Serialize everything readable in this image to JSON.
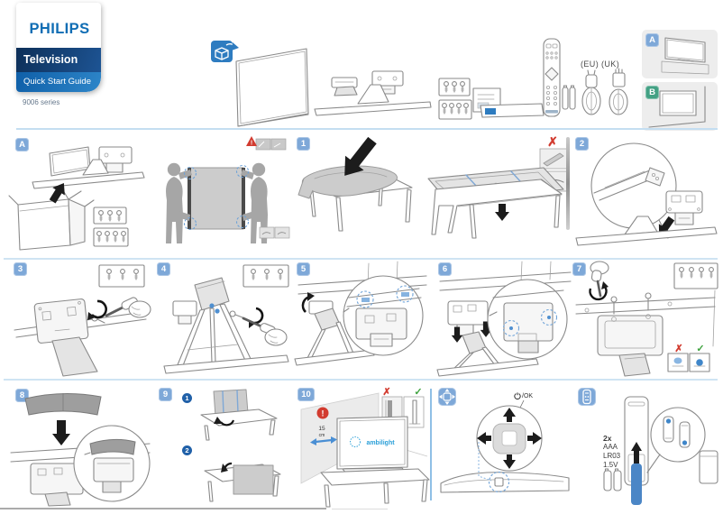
{
  "header": {
    "logo": "PHILIPS",
    "product": "Television",
    "guide_title": "Quick Start Guide",
    "series": "9006 series",
    "cables_label": "(EU) (UK)",
    "mount_options": {
      "table": "A",
      "wall": "B"
    }
  },
  "steps": {
    "unpack": "A",
    "s1": "1",
    "s2": "2",
    "s3": "3",
    "s4": "4",
    "s5": "5",
    "s6": "6",
    "s7": "7",
    "s8": "8",
    "s9": "9",
    "s10": "10",
    "sub1": "1",
    "sub2": "2"
  },
  "annotations": {
    "warning_mark": "!",
    "wrong_mark": "✗",
    "ok_mark": "✓",
    "wall_distance_value": "15",
    "wall_distance_unit": "cm",
    "ambilight_logo": "ambilight",
    "power_ok_label": "/OK",
    "battery_qty": "2x",
    "battery_type": "AAA",
    "battery_model": "LR03",
    "battery_voltage": "1.5V"
  },
  "colors": {
    "philips_blue": "#0f6db4",
    "banner_dark": "#123a66",
    "banner_blue": "#1568b0",
    "badge_blue": "#7ea8d8",
    "badge_green": "#43a184",
    "accent_blue": "#4a8fd4",
    "warning_red": "#d23b2f",
    "ok_green": "#3fa33f",
    "ambilight_blue": "#2a9fd8"
  },
  "icons": {
    "unbox": "open-box-arrow",
    "wrong": "✗",
    "correct": "✓",
    "warning": "!",
    "tv_control": "joystick-cross",
    "remote_section": "remote-control"
  }
}
